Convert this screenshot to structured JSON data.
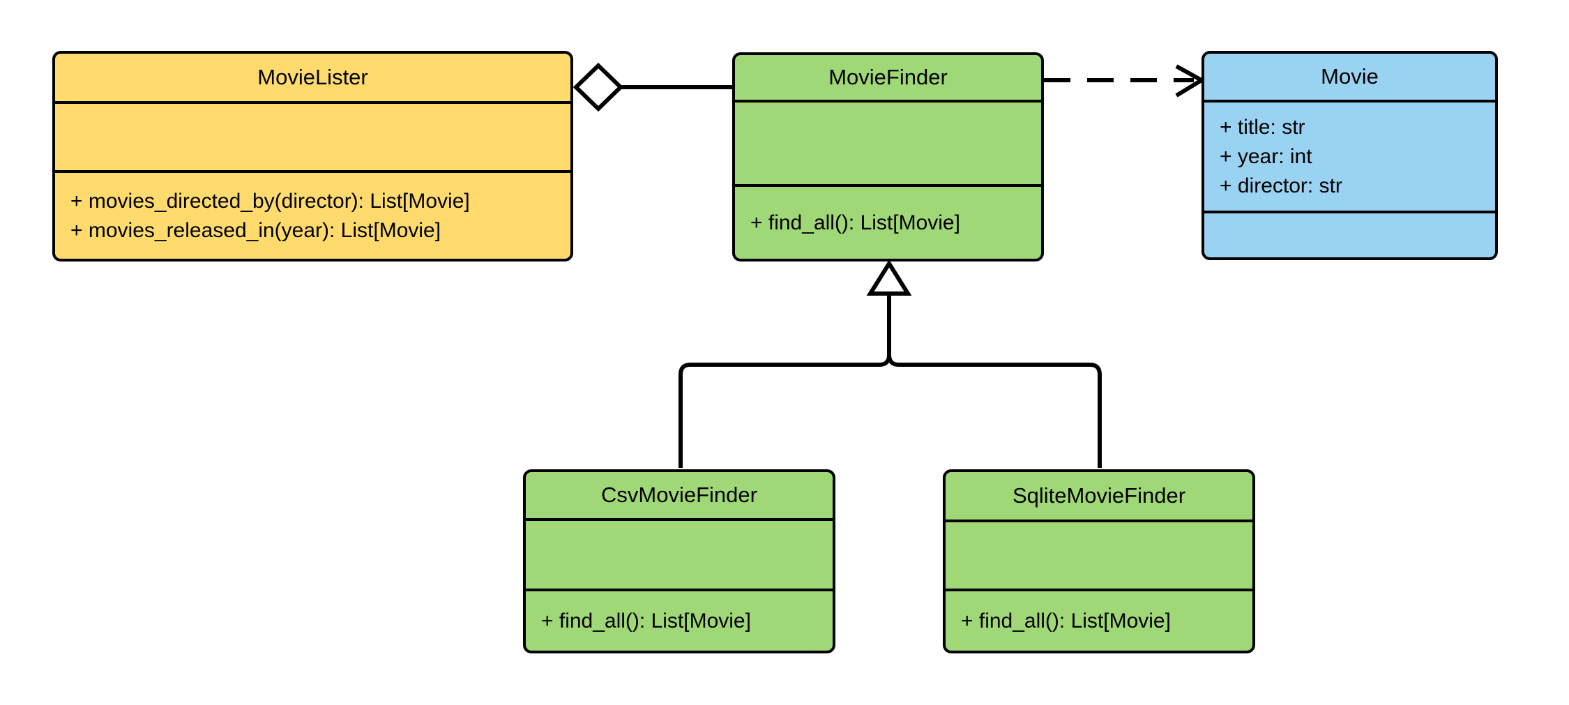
{
  "diagram": {
    "kind": "uml-class-diagram",
    "background": "#ffffff",
    "line_color": "#000000",
    "classes": [
      {
        "name": "MovieLister",
        "fill": "#FFDB6E",
        "attributes": [],
        "methods": [
          "+ movies_directed_by(director): List[Movie]",
          "+ movies_released_in(year): List[Movie]"
        ]
      },
      {
        "name": "MovieFinder",
        "fill": "#A0D878",
        "attributes": [],
        "methods": [
          "+ find_all(): List[Movie]"
        ]
      },
      {
        "name": "Movie",
        "fill": "#9AD2F2",
        "attributes": [
          "+ title: str",
          "+ year: int",
          "+ director: str"
        ],
        "methods": []
      },
      {
        "name": "CsvMovieFinder",
        "fill": "#A0D878",
        "attributes": [],
        "methods": [
          "+ find_all(): List[Movie]"
        ]
      },
      {
        "name": "SqliteMovieFinder",
        "fill": "#A0D878",
        "attributes": [],
        "methods": [
          "+ find_all(): List[Movie]"
        ]
      }
    ],
    "relationships": [
      {
        "type": "aggregation",
        "from": "MovieLister",
        "to": "MovieFinder"
      },
      {
        "type": "dependency",
        "from": "MovieFinder",
        "to": "Movie"
      },
      {
        "type": "inheritance",
        "from": "CsvMovieFinder",
        "to": "MovieFinder"
      },
      {
        "type": "inheritance",
        "from": "SqliteMovieFinder",
        "to": "MovieFinder"
      }
    ]
  }
}
